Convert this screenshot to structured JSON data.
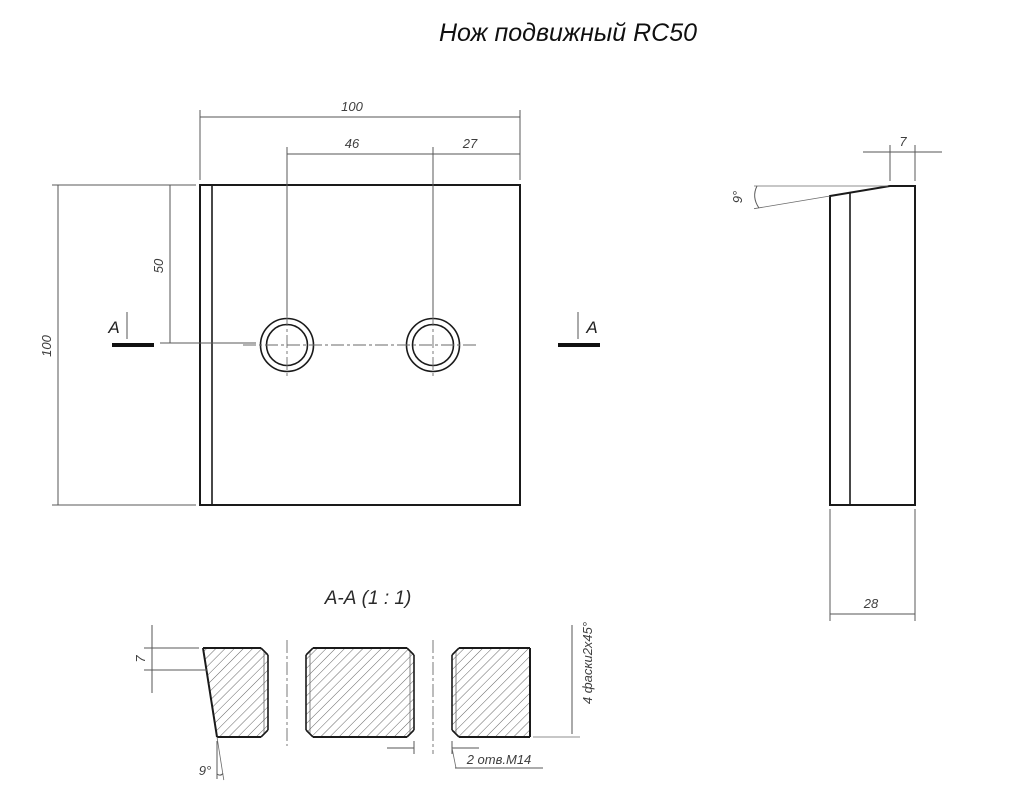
{
  "title": "Нож подвижный RC50",
  "colors": {
    "background": "#ffffff",
    "contour": "#1a1a1a",
    "dimension": "#4a4a4a"
  },
  "front": {
    "dim_overall_width": "100",
    "dim_hole_pitch": "46",
    "dim_hole_edge": "27",
    "dim_hole_vertical": "50",
    "dim_overall_height": "100",
    "section_letter": "А"
  },
  "side": {
    "dim_land_width": "7",
    "bevel_angle": "9°",
    "dim_thickness": "28"
  },
  "section": {
    "label": "А-А  (1 : 1)",
    "dim_edge_height": "7",
    "bevel_angle": "9°",
    "holes_note": "2 отв.М14",
    "chamfer_note": "4 фаски2х45°"
  }
}
